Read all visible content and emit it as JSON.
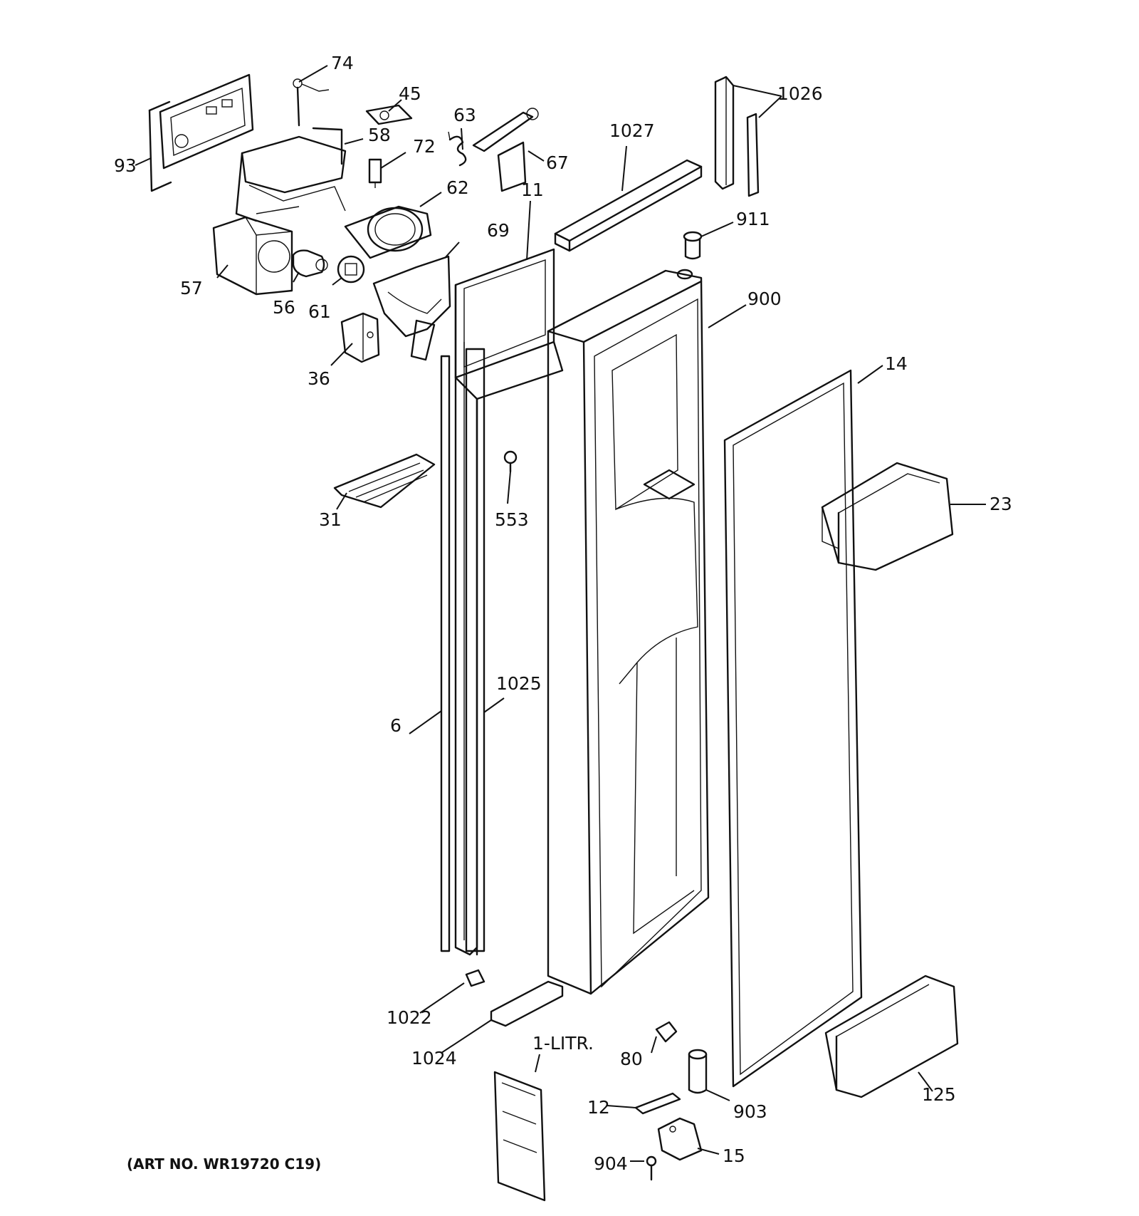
{
  "labels": {
    "p74": "74",
    "p45": "45",
    "p93": "93",
    "p58": "58",
    "p63": "63",
    "p72": "72",
    "p67": "67",
    "p1027": "1027",
    "p1026": "1026",
    "p62": "62",
    "p11": "11",
    "p911": "911",
    "p69": "69",
    "p57": "57",
    "p56": "56",
    "p61": "61",
    "p900": "900",
    "p36": "36",
    "p14": "14",
    "p31": "31",
    "p553": "553",
    "p23": "23",
    "p6": "6",
    "p1025": "1025",
    "p1022": "1022",
    "p1024": "1024",
    "p80": "80",
    "p1litr": "1-LITR.",
    "p12": "12",
    "p903": "903",
    "p125": "125",
    "p904": "904",
    "p15": "15"
  },
  "art_number": "(ART NO. WR19720 C19)"
}
